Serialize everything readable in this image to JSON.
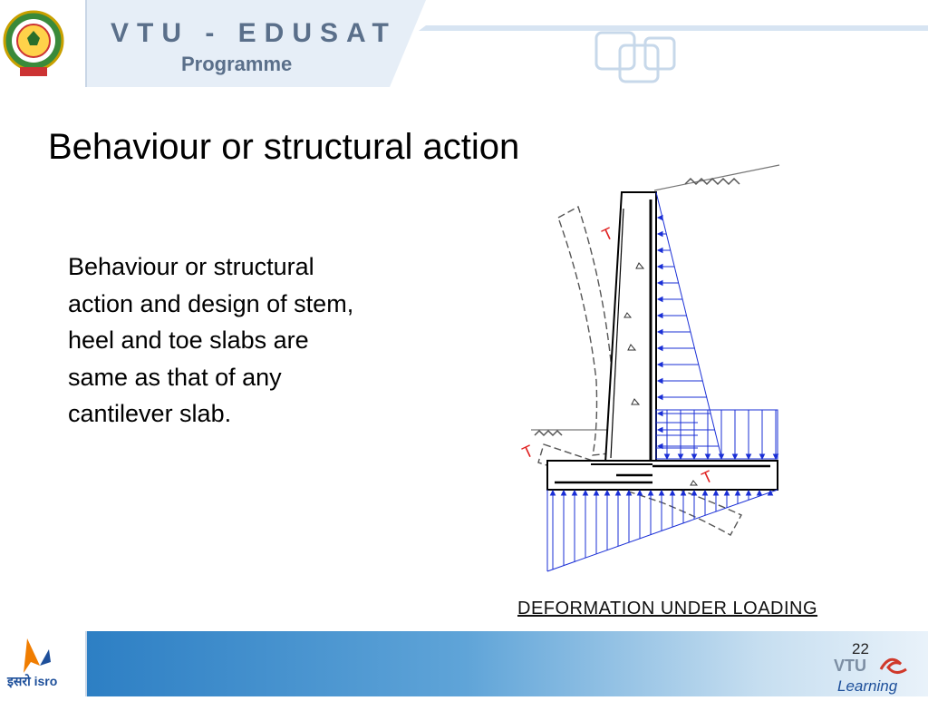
{
  "header": {
    "title": "VTU - EDUSAT",
    "subtitle": "Programme"
  },
  "slide": {
    "title": "Behaviour or structural action",
    "body": "Behaviour or structural action and design of stem, heel and toe slabs are same as that of any cantilever slab."
  },
  "diagram": {
    "labels": [
      "T",
      "T",
      "T"
    ],
    "caption": "DEFORMATION UNDER LOADING"
  },
  "footer": {
    "page_number": "22",
    "isro_text": "इसरो isro",
    "brand_text": "VTU Learning"
  },
  "colors": {
    "header_text": "#5a6f8a",
    "footer_blue": "#2d7fc4",
    "pressure_blue": "#1a2fd6",
    "tension_red": "#e02020"
  }
}
